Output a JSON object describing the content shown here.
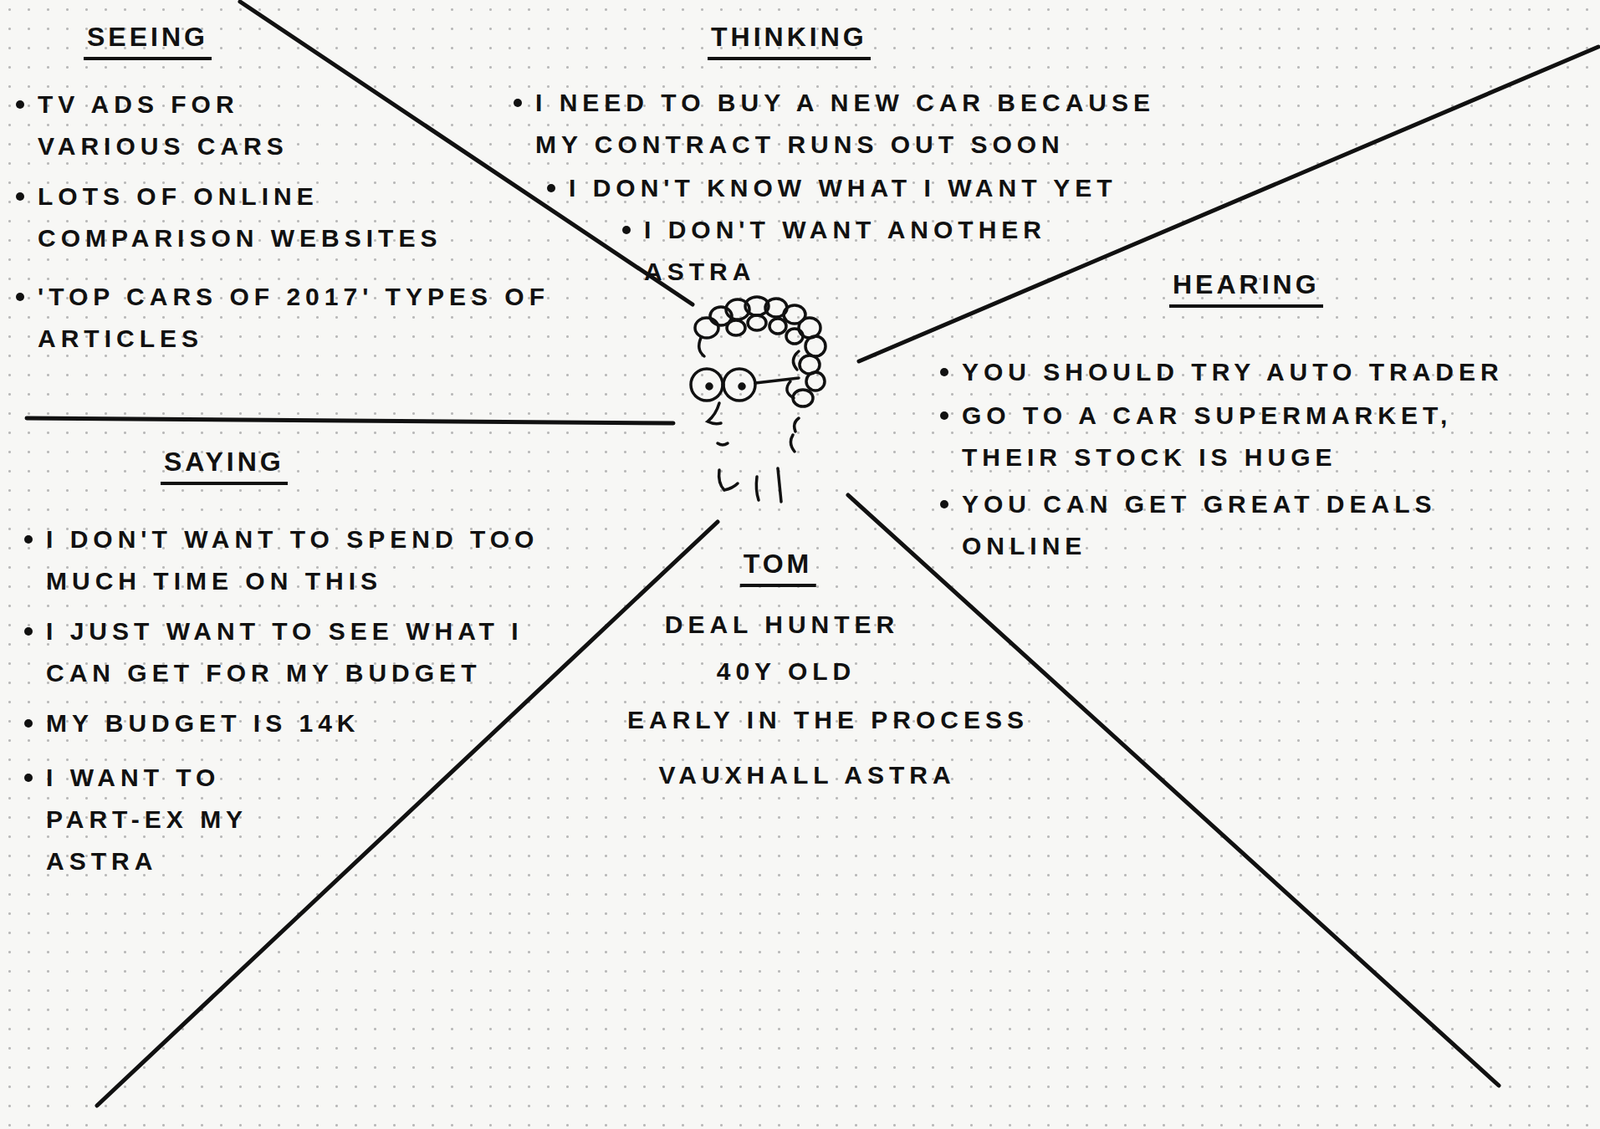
{
  "diagram": {
    "labels": [
      "SEEING",
      "TV ADS FOR VARIOUS CARS",
      "LOTS OF ONLINE COMPARISON WEBSITES",
      "'TOP CARS OF 2017' TYPES OF ARTICLES",
      "THINKING",
      "I NEED TO BUY A NEW CAR BECAUSE MY CONTRACT RUNS OUT SOON",
      "I DON'T KNOW WHAT I WANT YET",
      "I DON'T WANT ANOTHER ASTRA",
      "HEARING",
      "YOU SHOULD TRY AUTO TRADER",
      "GO TO A CAR SUPERMARKET, THEIR STOCK IS HUGE",
      "YOU CAN GET GREAT DEALS ONLINE",
      "SAYING",
      "I DON'T WANT TO SPEND TOO MUCH TIME ON THIS",
      "I JUST WANT TO SEE WHAT I CAN GET FOR MY BUDGET",
      "MY BUDGET IS 14K",
      "I WANT TO PART-EX MY ASTRA",
      "TOM",
      "DEAL HUNTER",
      "40Y OLD",
      "EARLY IN THE PROCESS",
      "VAUXHALL ASTRA"
    ]
  }
}
